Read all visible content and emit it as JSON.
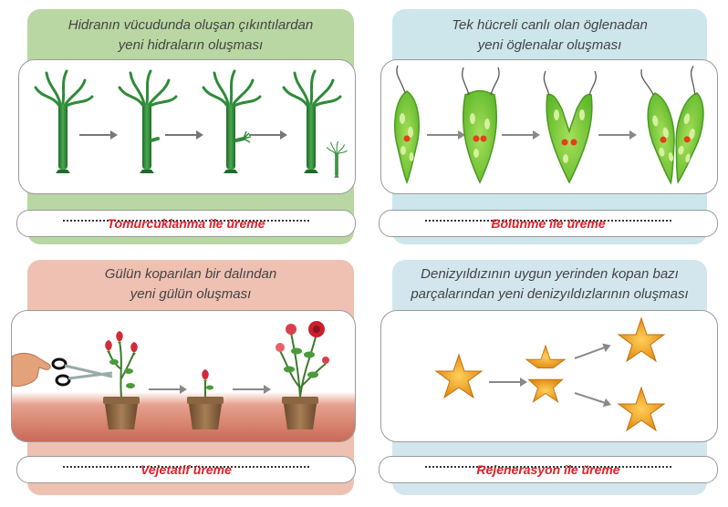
{
  "panels": {
    "hydra": {
      "title_line1": "Hidranın vücudunda oluşan çıkıntılardan",
      "title_line2": "yeni hidraların oluşması",
      "answer": "Tomurcuklanma ile üreme",
      "color": "#b9d7a2"
    },
    "euglena": {
      "title_line1": "Tek hücreli canlı olan öglenadan",
      "title_line2": "yeni öglenalar oluşması",
      "answer": "Bölünme ile üreme",
      "color": "#cde6ec"
    },
    "rose": {
      "title_line1": "Gülün koparılan bir dalından",
      "title_line2": "yeni gülün oluşması",
      "answer": "Vejetatif üreme",
      "color": "#efc1b2"
    },
    "starfish": {
      "title_line1": "Denizyıldızının uygun yerinden kopan bazı",
      "title_line2": "parçalarından yeni denizyıldızlarının oluşması",
      "answer": "Rejenerasyon ile üreme",
      "color": "#d3e6ee"
    }
  },
  "colors": {
    "answer_red": "#e3202a",
    "hydra_green": "#2f8b3a",
    "euglena_green": "#7fcf3a",
    "starfish_orange": "#f0a020"
  },
  "icons": [
    "hydra-icon",
    "euglena-icon",
    "rose-pot-icon",
    "scissors-icon",
    "starfish-icon",
    "arrow-icon"
  ]
}
